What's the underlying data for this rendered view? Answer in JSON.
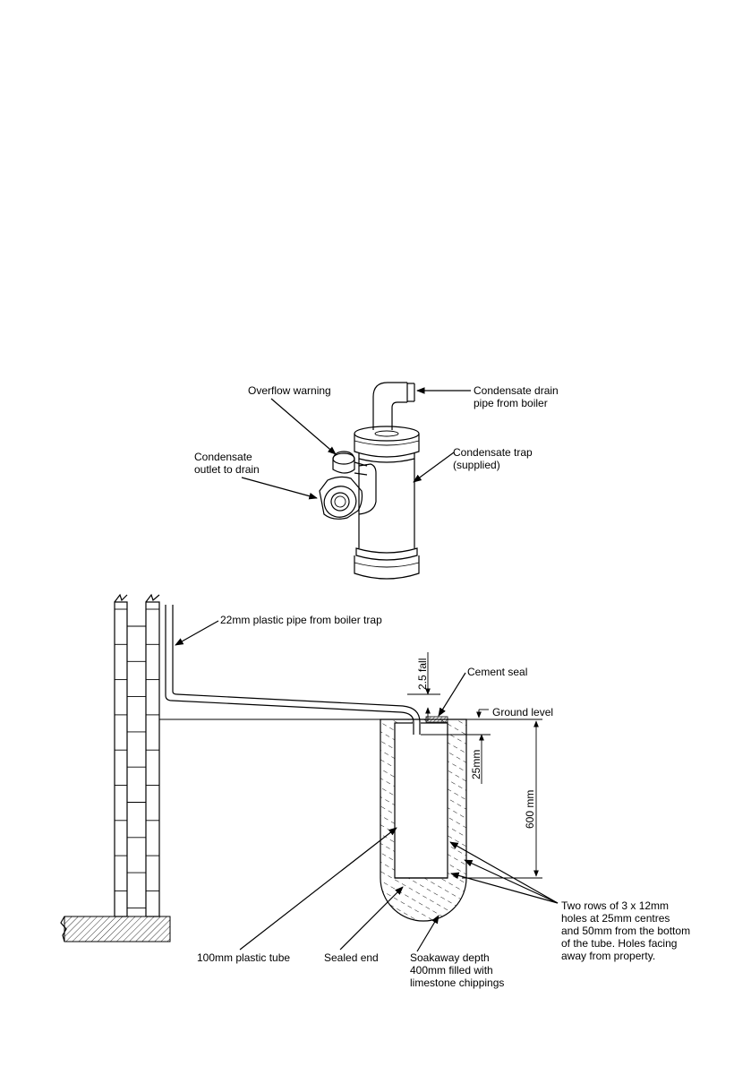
{
  "trap_diagram": {
    "overflow_warning": "Overflow warning",
    "drain_pipe_line1": "Condensate drain",
    "drain_pipe_line2": "pipe from boiler",
    "outlet_line1": "Condensate",
    "outlet_line2": "outlet to drain",
    "trap_line1": "Condensate trap",
    "trap_line2": "(supplied)"
  },
  "soakaway_diagram": {
    "plastic_pipe": "22mm plastic pipe from boiler trap",
    "fall": "2.5 fall",
    "cement_seal": "Cement seal",
    "ground_level": "Ground level",
    "dim_25mm": "25mm",
    "dim_600mm": "600  mm",
    "holes_line1": "Two rows of 3 x 12mm",
    "holes_line2": "holes at 25mm centres",
    "holes_line3": "and 50mm from the bottom",
    "holes_line4": "of the tube.  Holes facing",
    "holes_line5": "away from property.",
    "plastic_tube": "100mm plastic tube",
    "sealed_end": "Sealed end",
    "soakaway_line1": "Soakaway depth",
    "soakaway_line2": "400mm filled with",
    "soakaway_line3": "limestone chippings"
  }
}
